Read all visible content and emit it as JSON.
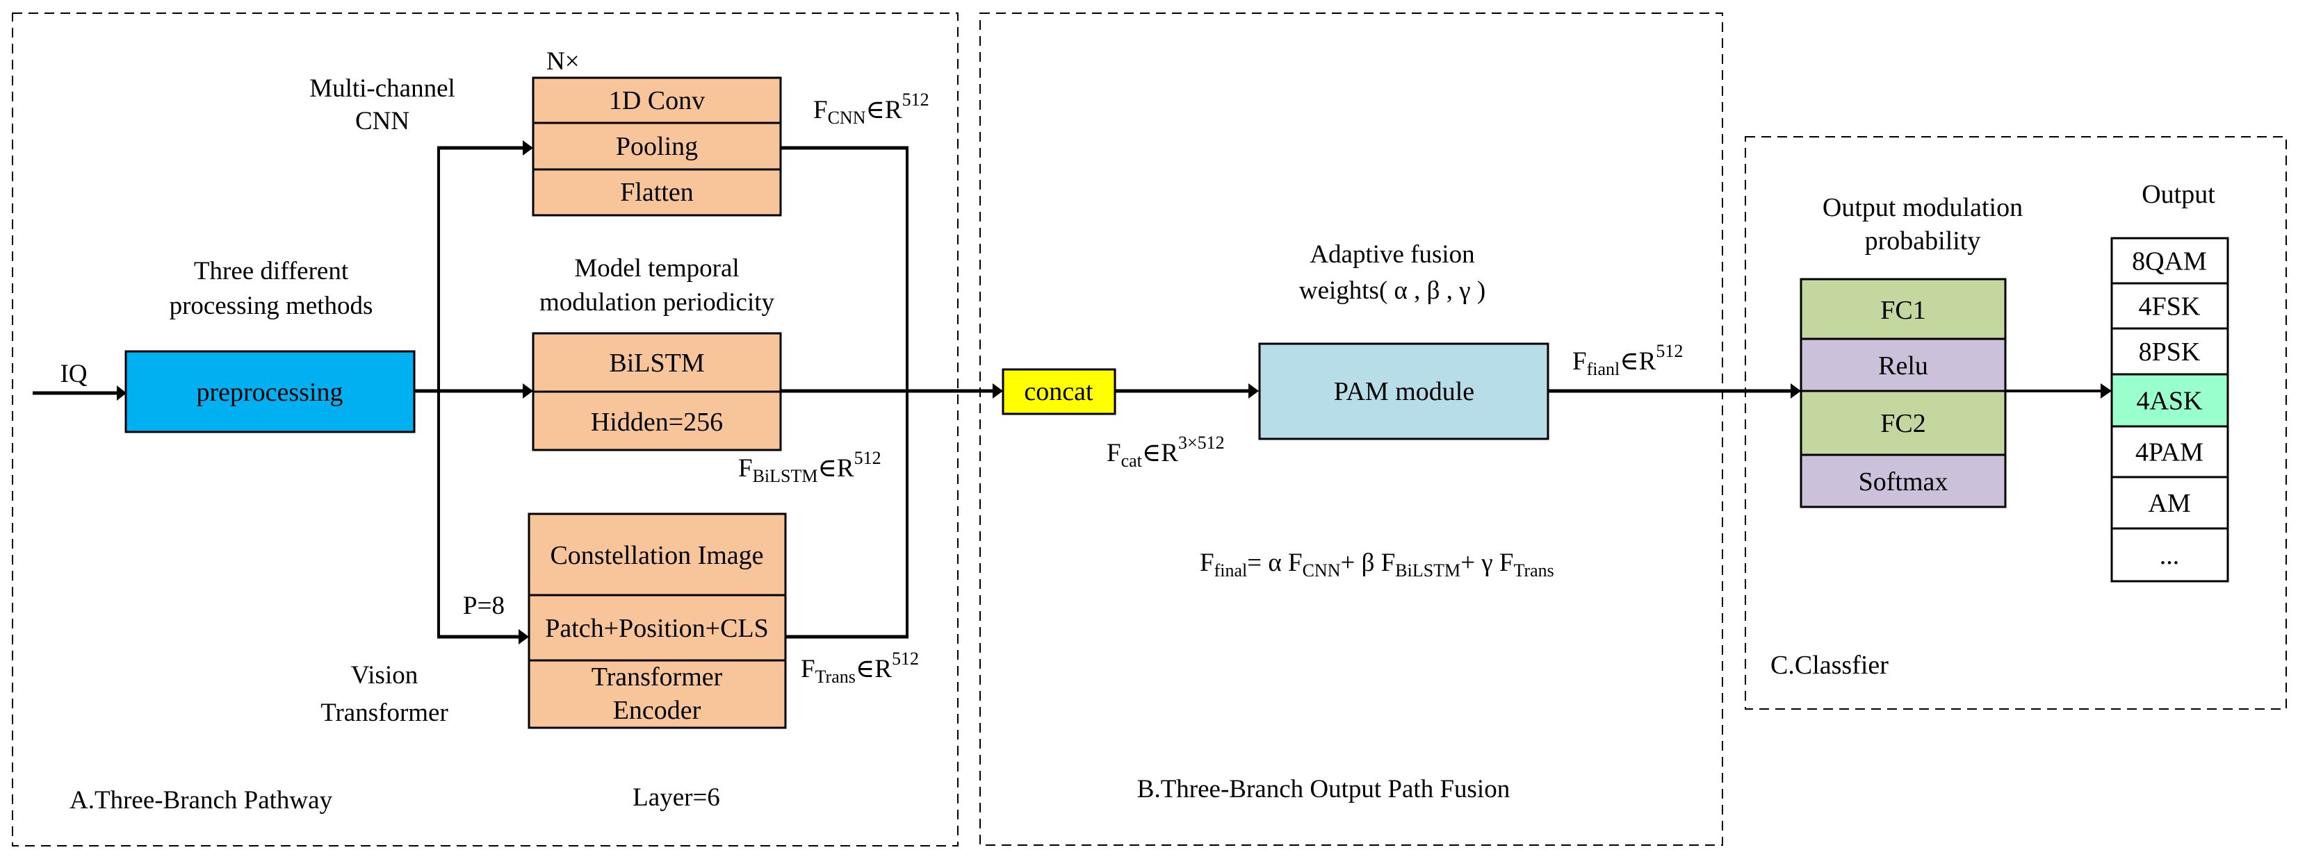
{
  "colors": {
    "preprocessing": "#00B0F0",
    "branch_block": "#F8C59A",
    "concat": "#FFFF00",
    "pam": "#B7DDE8",
    "fc": "#C4D79F",
    "activation": "#CCC1DA",
    "output_highlight": "#99FFCC",
    "output_default": "#FFFFFF"
  },
  "sectionA": {
    "caption": "A.Three-Branch Pathway",
    "input_label": "IQ",
    "preprocessing_label": "preprocessing",
    "methods_label": [
      "Three different",
      "processing methods"
    ],
    "cnn": {
      "title": [
        "Multi-channel",
        "CNN"
      ],
      "repeat_label": "N×",
      "layers": [
        "1D Conv",
        "Pooling",
        "Flatten"
      ],
      "feature": {
        "base": "F",
        "sub": "CNN",
        "rel": "∈R",
        "sup": "512"
      }
    },
    "bilstm": {
      "title": [
        "Model temporal",
        "modulation periodicity"
      ],
      "layers": [
        "BiLSTM",
        "Hidden=256"
      ],
      "feature": {
        "base": "F",
        "sub": "BiLSTM",
        "rel": "∈R",
        "sup": "512"
      }
    },
    "vit": {
      "title": [
        "Vision",
        "Transformer"
      ],
      "patch_label": "P=8",
      "layers": [
        "Constellation Image",
        "Patch+Position+CLS",
        "Transformer",
        "Encoder"
      ],
      "layer_count": "Layer=6",
      "feature": {
        "base": "F",
        "sub": "Trans",
        "rel": "∈R",
        "sup": "512"
      }
    }
  },
  "sectionB": {
    "caption": "B.Three-Branch Output Path Fusion",
    "concat_label": "concat",
    "concat_feature": {
      "base": "F",
      "sub": "cat",
      "rel": "∈R",
      "sup": "3×512"
    },
    "fusion_title": [
      "Adaptive fusion",
      "weights( α , β , γ )"
    ],
    "pam_label": "PAM module",
    "pam_feature": {
      "base": "F",
      "sub": "fianl",
      "rel": "∈R",
      "sup": "512"
    },
    "formula": {
      "lhs_base": "F",
      "lhs_sub": "final",
      "eq": "= α ",
      "t1_base": "F",
      "t1_sub": "CNN",
      "p1": "+ β ",
      "t2_base": "F",
      "t2_sub": "BiLSTM",
      "p2": "+ γ ",
      "t3_base": "F",
      "t3_sub": "Trans"
    }
  },
  "sectionC": {
    "caption": "C.Classfier",
    "prob_title": [
      "Output modulation",
      "probability"
    ],
    "layers": [
      "FC1",
      "Relu",
      "FC2",
      "Softmax"
    ],
    "output_title": "Output",
    "outputs": [
      {
        "label": "8QAM",
        "selected": false
      },
      {
        "label": "4FSK",
        "selected": false
      },
      {
        "label": "8PSK",
        "selected": false
      },
      {
        "label": "4ASK",
        "selected": true
      },
      {
        "label": "4PAM",
        "selected": false
      },
      {
        "label": "AM",
        "selected": false
      },
      {
        "label": "...",
        "selected": false
      }
    ]
  }
}
